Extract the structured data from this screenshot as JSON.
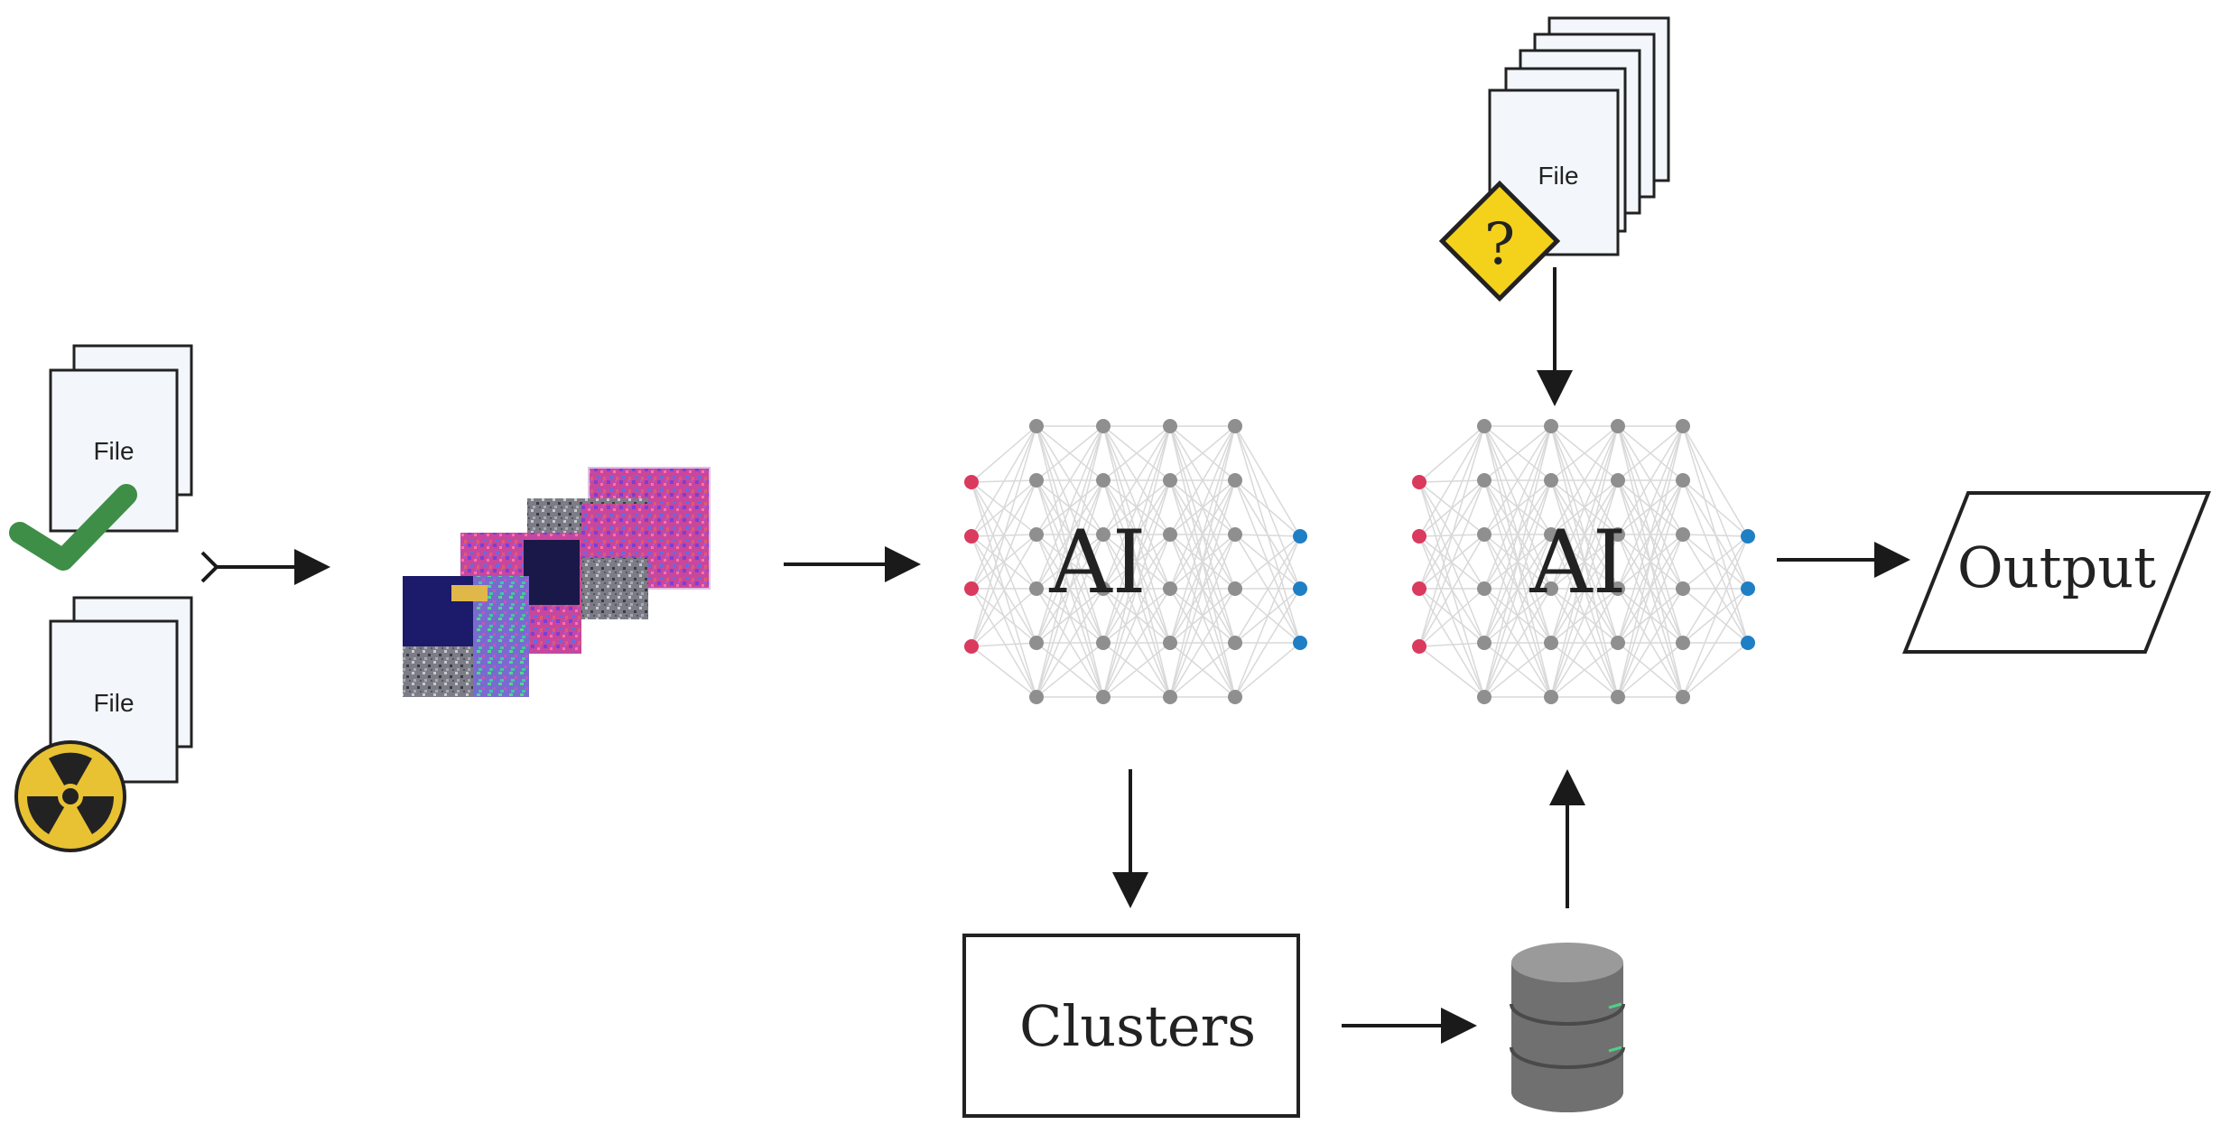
{
  "diagram": {
    "file_label": "File",
    "question_mark": "?",
    "ai_label_1": "AI",
    "ai_label_2": "AI",
    "output_label": "Output",
    "clusters_label": "Clusters"
  },
  "icons": {
    "check": "check-icon",
    "radiation": "radiation-icon",
    "warning": "warning-question-icon",
    "database": "database-icon"
  },
  "colors": {
    "input_node": "#d93a5e",
    "output_node": "#1f7fc4",
    "hidden_node": "#8f8f8f",
    "check": "#3e8e47",
    "radiation": "#e8c233",
    "warning": "#f4d21b",
    "page_fill": "#f3f6fb",
    "arrow": "#1a1a1a"
  }
}
